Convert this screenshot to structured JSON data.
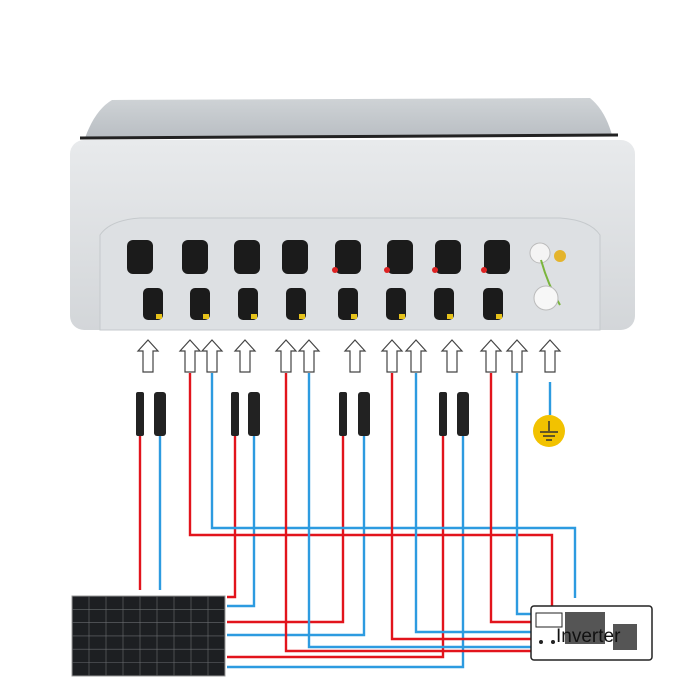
{
  "inverter": {
    "label": "Inverter"
  },
  "colors": {
    "positive_wire": "#e2141c",
    "negative_wire": "#2d9be0",
    "ground_symbol": "#f2c200",
    "enclosure": "#dfe2e5"
  },
  "icons": [
    "combiner-box",
    "mc4-connector",
    "solar-panel",
    "inverter",
    "ground-icon",
    "arrow-up-icon"
  ]
}
